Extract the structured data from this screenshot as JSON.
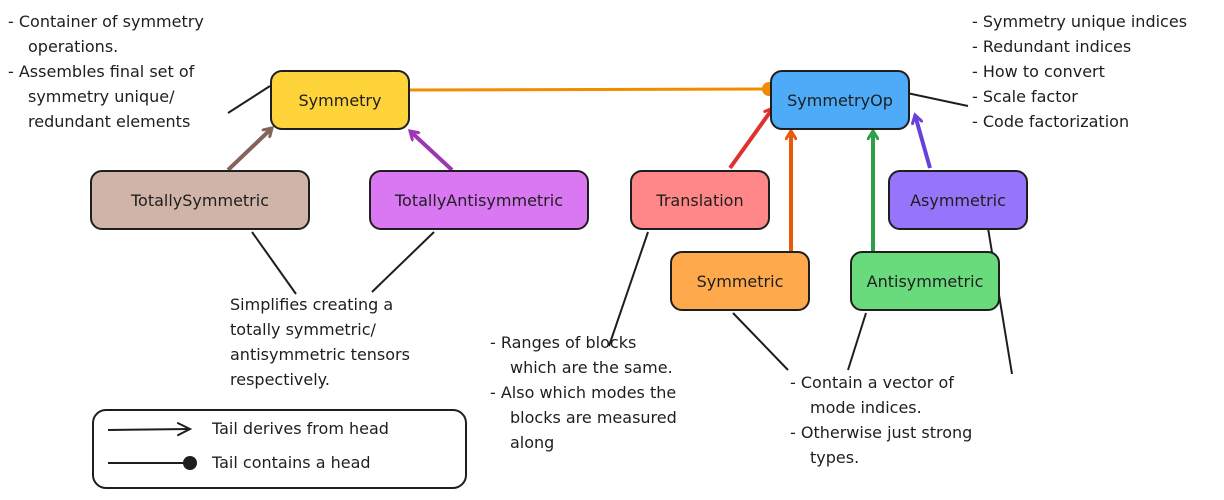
{
  "nodes": {
    "symmetry": "Symmetry",
    "symmetry_op": "SymmetryOp",
    "totally_symmetric": "TotallySymmetric",
    "totally_antisymmetric": "TotallyAntisymmetric",
    "translation": "Translation",
    "asymmetric": "Asymmetric",
    "symmetric": "Symmetric",
    "antisymmetric": "Antisymmetric"
  },
  "notes": {
    "symmetry": [
      "- Container of symmetry",
      "  operations.",
      "- Assembles final set of",
      "  symmetry unique/",
      "  redundant elements"
    ],
    "symmetry_op": [
      "- Symmetry unique indices",
      "- Redundant indices",
      "- How to convert",
      "- Scale factor",
      "- Code factorization"
    ],
    "totally": [
      "Simplifies creating a",
      "totally symmetric/",
      "antisymmetric tensors",
      "respectively."
    ],
    "translation": [
      "- Ranges of blocks",
      "  which are the same.",
      "- Also which modes the",
      "  blocks are measured",
      "  along"
    ],
    "modes": [
      "- Contain a vector of",
      "  mode indices.",
      "- Otherwise just strong",
      "  types."
    ]
  },
  "legend": {
    "derives": "Tail derives from head",
    "contains": "Tail contains a head"
  },
  "colors": {
    "symmetry": "#ffd43b",
    "symmetry_op": "#4dabf7",
    "totally_symmetric": "#d0b4a8",
    "totally_antisymmetric": "#da77f2",
    "translation": "#ff8787",
    "asymmetric": "#9775fa",
    "symmetric": "#ffa94d",
    "antisymmetric": "#69db7c",
    "containment_edge": "#f08c00"
  }
}
